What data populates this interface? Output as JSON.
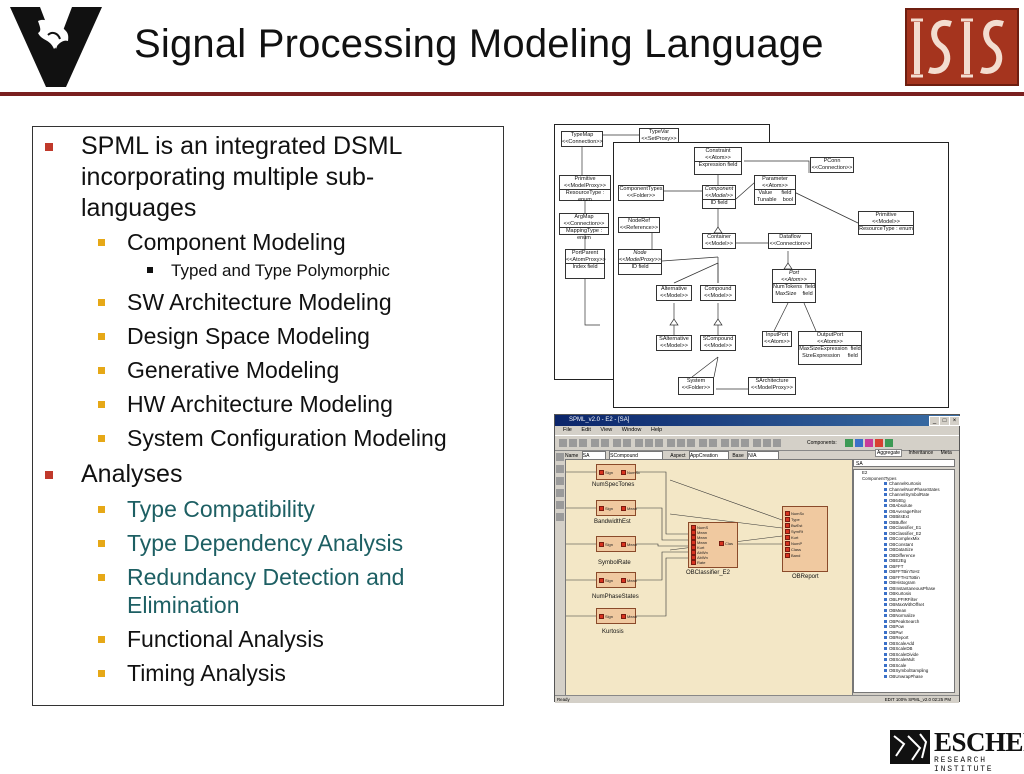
{
  "slide": {
    "title": "Signal Processing Modeling Language",
    "bullets": [
      {
        "text": "SPML is an integrated DSML incorporating multiple sub-languages",
        "children": [
          {
            "text": "Component Modeling",
            "children": [
              {
                "text": "Typed and Type Polymorphic"
              }
            ]
          },
          {
            "text": "SW Architecture Modeling"
          },
          {
            "text": "Design Space Modeling"
          },
          {
            "text": "Generative Modeling"
          },
          {
            "text": "HW Architecture Modeling"
          },
          {
            "text": "System Configuration Modeling"
          }
        ]
      },
      {
        "text": "Analyses",
        "children": [
          {
            "text": "Type Compatibility",
            "highlight": true
          },
          {
            "text": "Type Dependency Analysis",
            "highlight": true
          },
          {
            "text": "Redundancy Detection and Elimination",
            "highlight": true
          },
          {
            "text": "Functional Analysis"
          },
          {
            "text": "Timing Analysis"
          }
        ]
      }
    ],
    "colors": {
      "rule": "#7a1f1f",
      "bullet_l1": "#c0392b",
      "bullet_l2": "#e6a817",
      "highlight_text": "#1d5f63"
    }
  },
  "logos": {
    "left": "V",
    "right": "ISIS",
    "bottom": {
      "main": "ESCHER",
      "sub": "RESEARCH INSTITUTE"
    }
  },
  "uml": {
    "back_classes": [
      {
        "name": "TypeMap",
        "stereo": "<<Connection>>"
      },
      {
        "name": "TypeVar",
        "stereo": "<<SetProxy>>"
      },
      {
        "name": "Primitive",
        "stereo": "<<ModelProxy>>",
        "attr": "ResourceType : enum"
      },
      {
        "name": "ArgMap",
        "stereo": "<<Connection>>",
        "attr": "MappingType : enum"
      },
      {
        "name": "PortParent",
        "stereo": "<<AtomProxy>>",
        "attr": "Index        field"
      }
    ],
    "front_classes": [
      {
        "name": "Constraint",
        "stereo": "<<Atom>>",
        "attr": "Expression  field"
      },
      {
        "name": "PConn",
        "stereo": "<<Connection>>"
      },
      {
        "name": "ComponentTypes",
        "stereo": "<<Folder>>"
      },
      {
        "name": "Component",
        "stereo": "<<Model>>",
        "attr": "ID          field"
      },
      {
        "name": "Parameter",
        "stereo": "<<Atom>>",
        "attr": "Value      field\nTunable    bool"
      },
      {
        "name": "Primitive",
        "stereo": "<<Model>>",
        "attr": "ResourceType : enum"
      },
      {
        "name": "NodeRef",
        "stereo": "<<Reference>>"
      },
      {
        "name": "Container",
        "stereo": "<<Model>>"
      },
      {
        "name": "Dataflow",
        "stereo": "<<Connection>>"
      },
      {
        "name": "Node",
        "stereo": "<<ModelProxy>>",
        "attr": "ID          field"
      },
      {
        "name": "Port",
        "stereo": "<<Atom>>",
        "attr": "NumTokens  field\nMaxSize    field"
      },
      {
        "name": "Alternative",
        "stereo": "<<Model>>"
      },
      {
        "name": "Compound",
        "stereo": "<<Model>>"
      },
      {
        "name": "InputPort",
        "stereo": "<<Atom>>"
      },
      {
        "name": "OutputPort",
        "stereo": "<<Atom>>",
        "attr": "MaxSizeExpression  field\nSizeExpression     field"
      },
      {
        "name": "SAlternative",
        "stereo": "<<Model>>"
      },
      {
        "name": "SCompound",
        "stereo": "<<Model>>"
      },
      {
        "name": "System",
        "stereo": "<<Folder>>"
      },
      {
        "name": "SArchitecture",
        "stereo": "<<ModelProxy>>"
      }
    ]
  },
  "gme": {
    "title": "SPML_v2.0 - E2 - [SA]",
    "menu": [
      "File",
      "Edit",
      "View",
      "Window",
      "Help"
    ],
    "toolbar_label": "Components:",
    "name_label": "Name",
    "name_value": "SA",
    "kind_value": "SCompound",
    "aspect_label": "Aspect",
    "aspect_value": "AppCreation",
    "base_label": "Base",
    "base_value": "N/A",
    "atoms": [
      {
        "caption": "NumSpecTones",
        "port_in": "Sign",
        "port_out": "NumSc"
      },
      {
        "caption": "BandwidthEst",
        "port_in": "Sign",
        "port_out": "Mean"
      },
      {
        "caption": "SymbolRate",
        "port_in": "Sign",
        "port_out": "Mean"
      },
      {
        "caption": "NumPhaseStates",
        "port_in": "Sign",
        "port_out": "Mean"
      },
      {
        "caption": "Kurtosis",
        "port_in": "Sign",
        "port_out": "Mean"
      }
    ],
    "classifier": {
      "caption": "OBClassifier_E2",
      "ports": [
        "NumS",
        "Mean",
        "Mean",
        "Mean",
        "Kurt",
        "AbWn",
        "AbWn",
        "Rate"
      ],
      "out": "Clas"
    },
    "report": {
      "caption": "OBReport",
      "ports": [
        "NumSc",
        "Type",
        "BwEst",
        "SymRt",
        "Kurt",
        "NumP",
        "Class",
        "Band"
      ]
    },
    "tabs": [
      "Aggregate",
      "Inheritance",
      "Meta"
    ],
    "combo": "SA",
    "tree_root": "E2",
    "tree_folder": "ComponentTypes",
    "tree_items": [
      "ChannelKurtosis",
      "ChannelNumPhaseStates",
      "ChannelSymbolRate",
      "OB64Eg",
      "OBAbsolute",
      "OBAverageFilter",
      "OBBitsExt",
      "OBBuffer",
      "OBClassifier_E1",
      "OBClassifier_E2",
      "OBComplexMix",
      "OBConstant",
      "OBDataSize",
      "OBDifference",
      "OBE2Eg",
      "OBFFT",
      "OBFFTBinToHz",
      "OBFFTHzToBin",
      "OBHistogram",
      "OBInstantaneousPhase",
      "OBKurtosis",
      "OBLPFIRFilter",
      "OBMaxWithOffset",
      "OBMean",
      "OBNormalize",
      "OBPeakSearch",
      "OBPow",
      "OBPwr",
      "OBReport",
      "OBScaleAdd",
      "OBScaleDB",
      "OBScaleDivide",
      "OBScaleMult",
      "OBScale",
      "OBSymbolSampling",
      "OBUnwrapPhase"
    ],
    "status_left": "Ready",
    "status_right": "EDIT  100%  SPML_v2.0  02:25 PM"
  }
}
